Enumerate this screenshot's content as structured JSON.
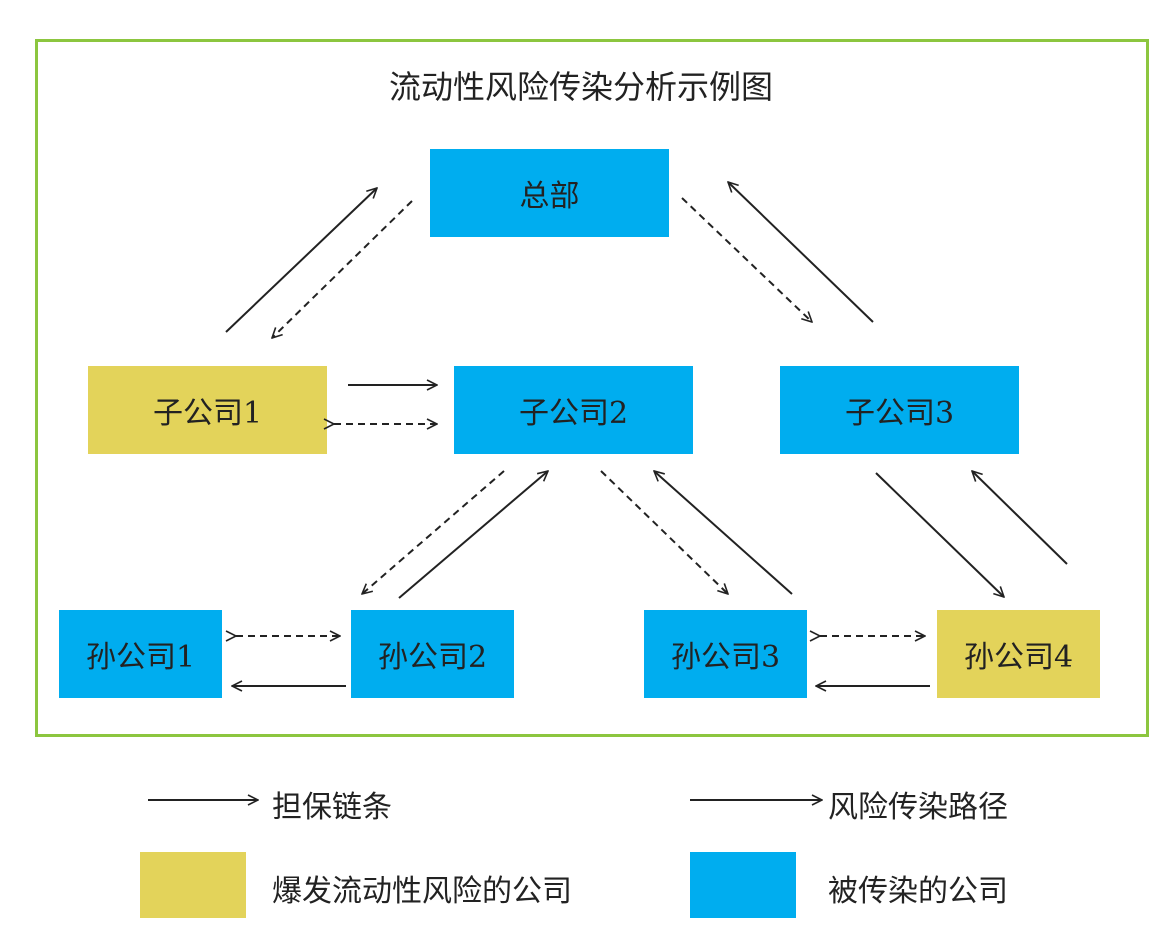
{
  "title": "流动性风险传染分析示例图",
  "colors": {
    "border": "#8cc63f",
    "infected": "#00adef",
    "outbreak": "#e3d35a",
    "arrow": "#222222"
  },
  "nodes": {
    "hq": "总部",
    "sub1": "子公司1",
    "sub2": "子公司2",
    "sub3": "子公司3",
    "grand1": "孙公司1",
    "grand2": "孙公司2",
    "grand3": "孙公司3",
    "grand4": "孙公司4"
  },
  "legend": {
    "guarantee": "担保链条",
    "contagion": "风险传染路径",
    "outbreak": "爆发流动性风险的公司",
    "infected": "被传染的公司"
  }
}
